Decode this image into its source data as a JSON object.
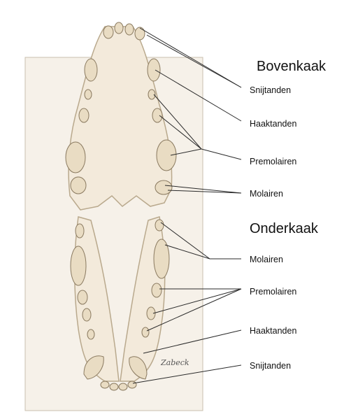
{
  "upper_jaw": {
    "title": "Bovenkaak",
    "labels": [
      "Snijtanden",
      "Haaktanden",
      "Premolairen",
      "Molairen"
    ]
  },
  "lower_jaw": {
    "title": "Onderkaak",
    "labels": [
      "Molairen",
      "Premolairen",
      "Haaktanden",
      "Snijtanden"
    ]
  },
  "signature": "Zabeck",
  "colors": {
    "panel": "#f6f1e9",
    "bone": "#f3eadb",
    "bone_edge": "#b9a98d",
    "tooth": "#e9dcc3",
    "line": "#2a2a2a"
  }
}
